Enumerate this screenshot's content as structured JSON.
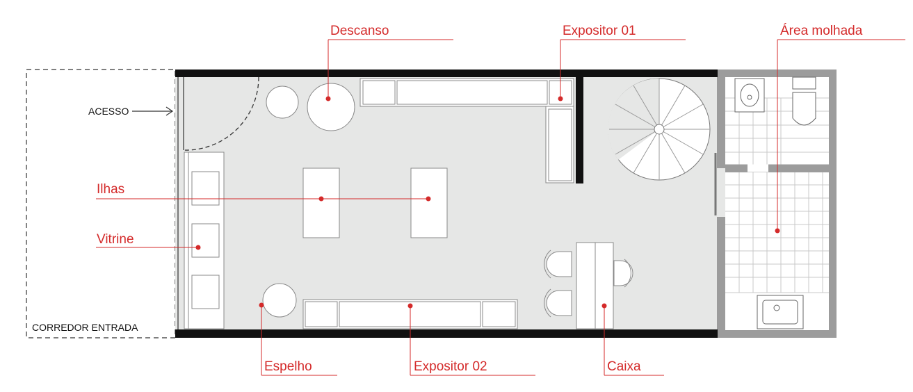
{
  "labels": {
    "descanso": "Descanso",
    "expositor_01": "Expositor 01",
    "area_molhada": "Área molhada",
    "ilhas": "Ilhas",
    "vitrine": "Vitrine",
    "espelho": "Espelho",
    "expositor_02": "Expositor 02",
    "caixa": "Caixa",
    "acesso": "ACESSO",
    "corredor_entrada": "CORREDOR ENTRADA"
  },
  "colors": {
    "accent": "#d42a2a",
    "wall": "#111111",
    "floor": "#e6e7e6",
    "wet_area_wall": "#9c9c9c",
    "furniture": "#ffffff"
  }
}
